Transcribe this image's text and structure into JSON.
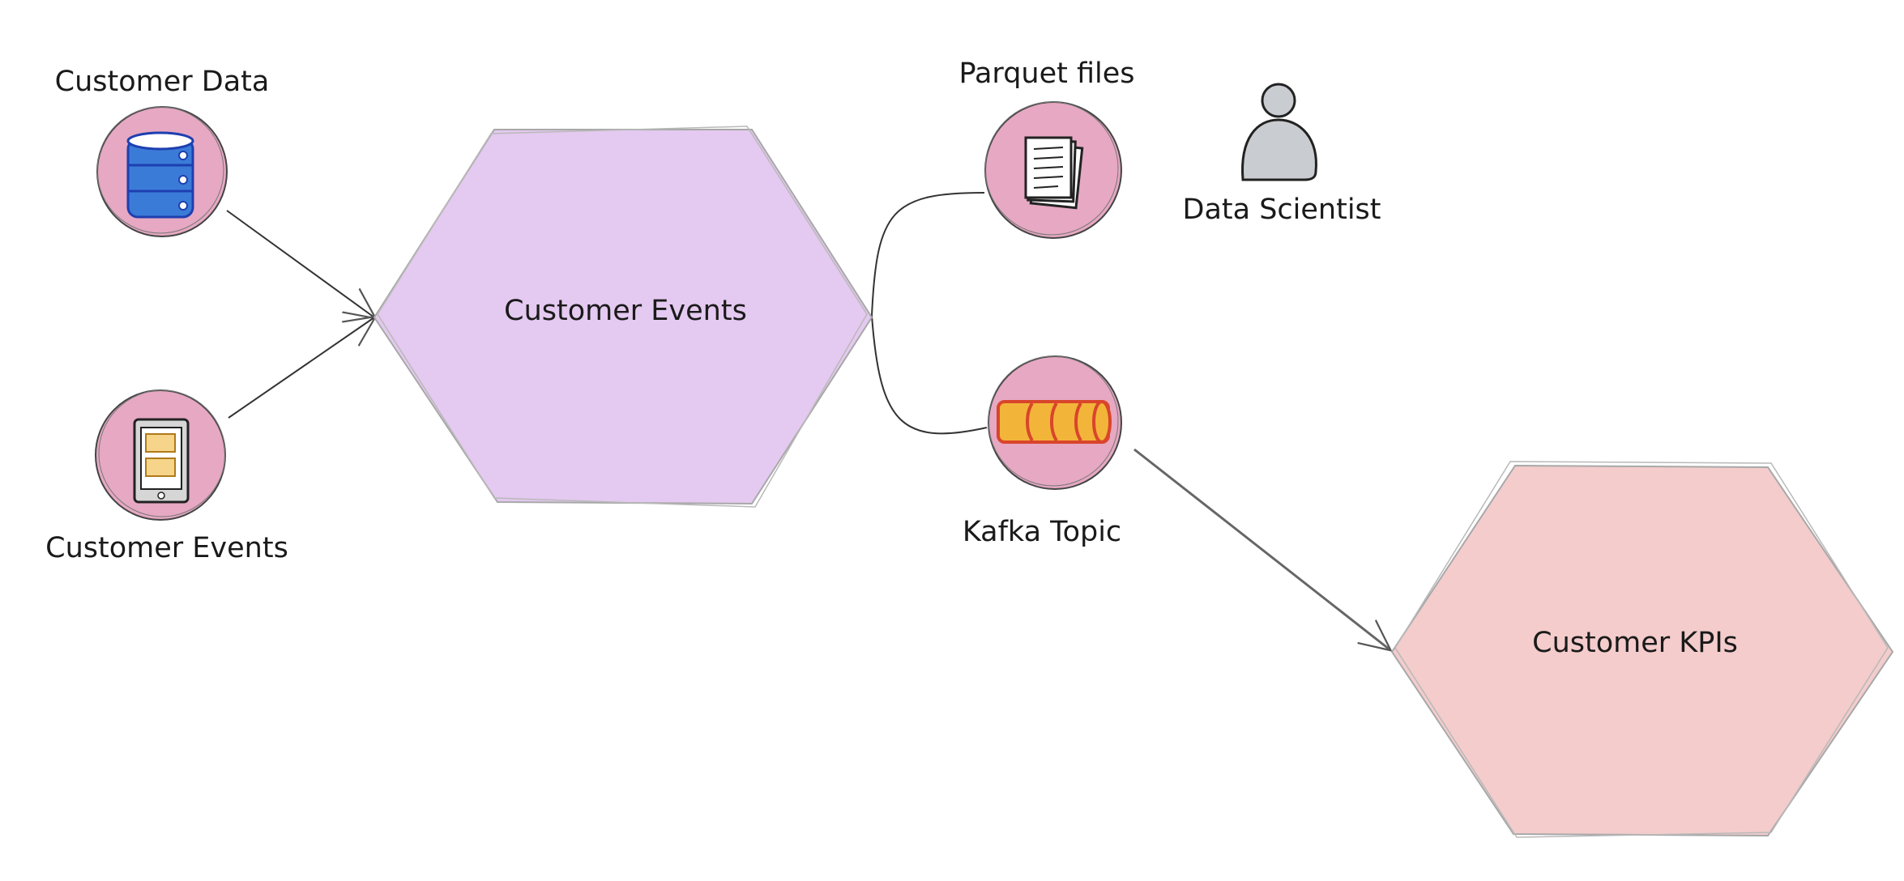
{
  "nodes": {
    "customer_data": {
      "label": "Customer Data",
      "icon": "database-icon"
    },
    "customer_events_source": {
      "label": "Customer Events",
      "icon": "mobile-app-icon"
    },
    "parquet_files": {
      "label": "Parquet files",
      "icon": "documents-icon"
    },
    "kafka_topic": {
      "label": "Kafka Topic",
      "icon": "pipe-icon"
    },
    "data_scientist": {
      "label": "Data Scientist",
      "icon": "person-icon"
    }
  },
  "hexagons": {
    "customer_events": {
      "label": "Customer Events",
      "color": "#e4c9f0"
    },
    "customer_kpis": {
      "label": "Customer KPIs",
      "color": "#f4cccc"
    }
  },
  "colors": {
    "circle_fill": "#e6a8c2",
    "stroke": "#333333",
    "database_blue": "#3b7bd8",
    "pipe_orange": "#f2b53a",
    "pipe_red": "#d9452b",
    "person_gray": "#c9ccd0"
  }
}
